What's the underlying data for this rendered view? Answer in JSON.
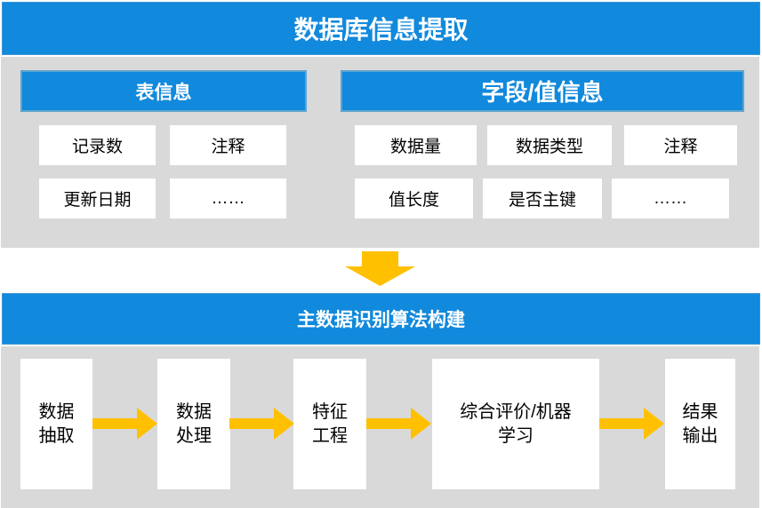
{
  "diagram": {
    "title": "数据库信息提取",
    "extraction": {
      "table_info": {
        "header": "表信息",
        "items": [
          "记录数",
          "注释",
          "更新日期",
          "……"
        ]
      },
      "field_value_info": {
        "header": "字段/值信息",
        "items": [
          "数据量",
          "数据类型",
          "注释",
          "值长度",
          "是否主键",
          "……"
        ]
      }
    },
    "connector": {
      "down_arrow_icon": "down-arrow"
    },
    "algorithm": {
      "header": "主数据识别算法构建",
      "step_arrow_icon": "right-arrow",
      "steps": [
        "数据\n抽取",
        "数据\n处理",
        "特征\n工程",
        "综合评价/机器\n学习",
        "结果\n输出"
      ]
    },
    "colors": {
      "blue": "#1189DC",
      "panel-gray": "#D9D9D9",
      "arrow-yellow": "#FFC000",
      "box-white": "#FFFFFF",
      "text-dark": "#000000"
    }
  }
}
